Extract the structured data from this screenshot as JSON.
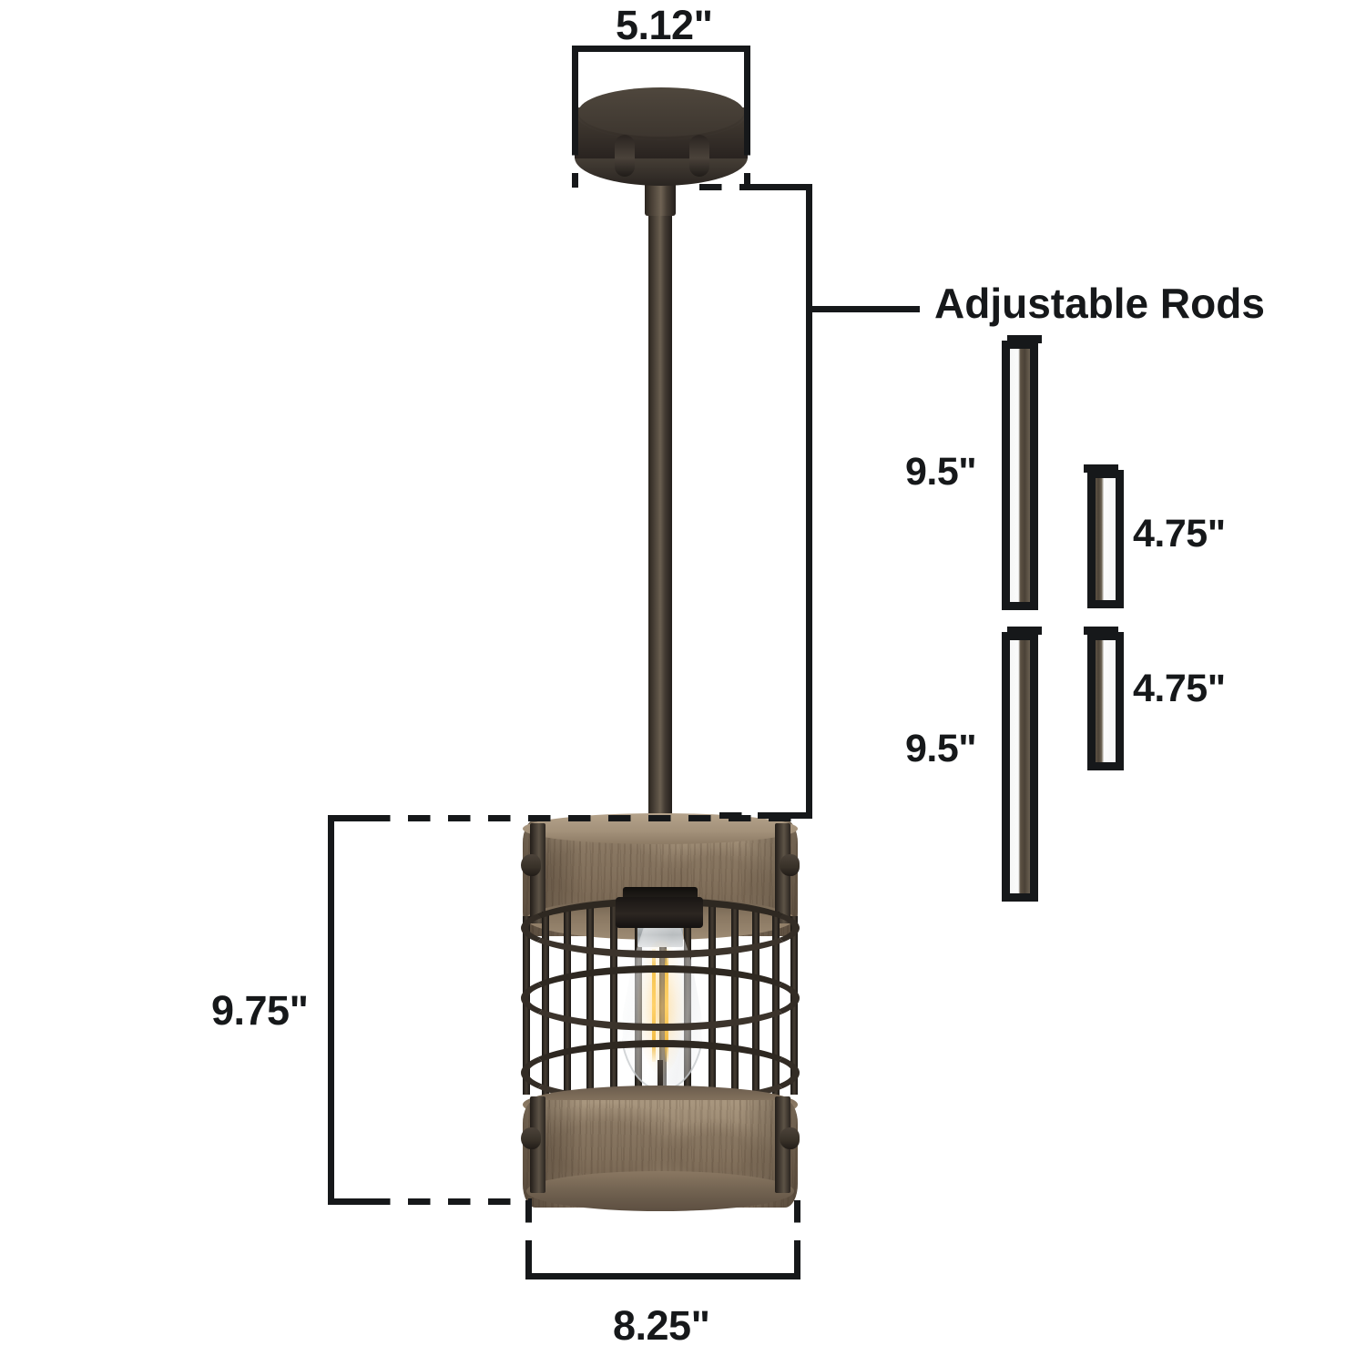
{
  "diagram": {
    "subject": "Caged wood drum mini pendant light fixture with adjustable downrods",
    "background_color": "#ffffff",
    "line_color": "#16181a"
  },
  "labels": {
    "canopy_width": "5.12\"",
    "adjustable_rods_title": "Adjustable Rods",
    "rod_long_top": "9.5\"",
    "rod_short_top": "4.75\"",
    "rod_long_bottom": "9.5\"",
    "rod_short_bottom": "4.75\"",
    "fixture_height": "9.75\"",
    "fixture_width": "8.25\""
  },
  "measurements": [
    {
      "name": "canopy-width",
      "value": "5.12\"",
      "unit": "inches",
      "numeric": 5.12,
      "orientation": "horizontal",
      "target": "ceiling-canopy"
    },
    {
      "name": "rod-long-1",
      "value": "9.5\"",
      "unit": "inches",
      "numeric": 9.5,
      "orientation": "vertical",
      "target": "adjustable-rod"
    },
    {
      "name": "rod-short-1",
      "value": "4.75\"",
      "unit": "inches",
      "numeric": 4.75,
      "orientation": "vertical",
      "target": "adjustable-rod"
    },
    {
      "name": "rod-long-2",
      "value": "9.5\"",
      "unit": "inches",
      "numeric": 9.5,
      "orientation": "vertical",
      "target": "adjustable-rod"
    },
    {
      "name": "rod-short-2",
      "value": "4.75\"",
      "unit": "inches",
      "numeric": 4.75,
      "orientation": "vertical",
      "target": "adjustable-rod"
    },
    {
      "name": "shade-height",
      "value": "9.75\"",
      "unit": "inches",
      "numeric": 9.75,
      "orientation": "vertical",
      "target": "shade-assembly"
    },
    {
      "name": "shade-width",
      "value": "8.25\"",
      "unit": "inches",
      "numeric": 8.25,
      "orientation": "horizontal",
      "target": "shade-assembly"
    }
  ],
  "colors": {
    "bronze_dark": "#3a332c",
    "bronze_mid": "#4f473d",
    "wood_light": "#a9977f",
    "wood_mid": "#9a8876",
    "wood_dark": "#7a6a58",
    "filament_amber": "#ffd873",
    "dimension_line": "#16181a"
  },
  "parts": {
    "canopy": "ceiling-canopy",
    "stem": "downrod-stem",
    "shade": "wood-drum-shade",
    "cage": "metal-cage",
    "bulb": "edison-bulb"
  }
}
